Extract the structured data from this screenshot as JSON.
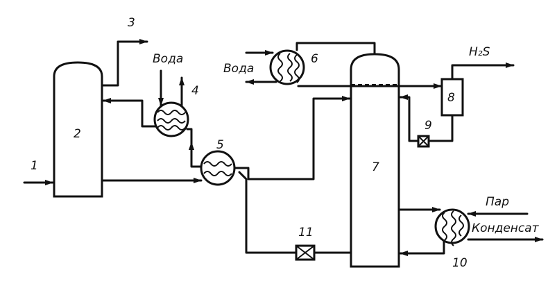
{
  "diagram": {
    "streams": {
      "s1": "1",
      "s3": "3",
      "h2s": "H₂S",
      "water_hx4": "Вода",
      "water_hx6": "Вода",
      "steam": "Пар",
      "condensate": "Конденсат"
    },
    "equipment": {
      "e2": "2",
      "e4": "4",
      "e5": "5",
      "e6": "6",
      "e7": "7",
      "e8": "8",
      "e9": "9",
      "e10": "10",
      "e11": "11"
    }
  }
}
